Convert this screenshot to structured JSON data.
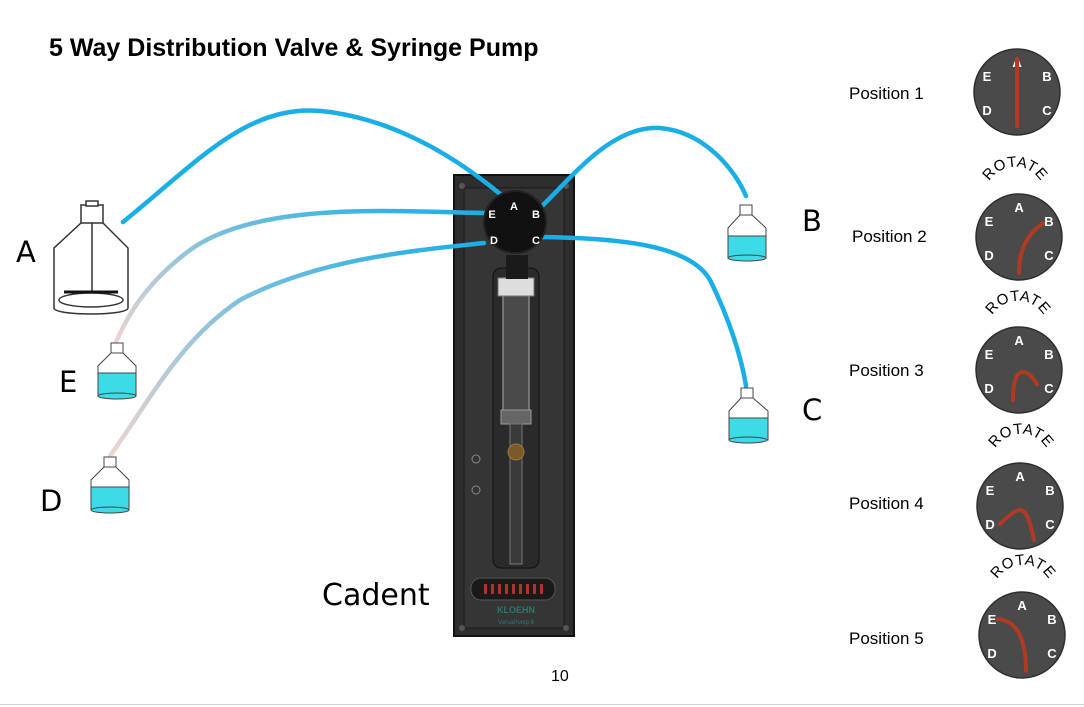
{
  "title": "5 Way Distribution Valve & Syringe Pump",
  "reservoir_labels": {
    "A": "A",
    "B": "B",
    "C": "C",
    "D": "D",
    "E": "E"
  },
  "device": {
    "caption": "Cadent",
    "brand": "KLOEHN",
    "model": "VersaPump 6"
  },
  "valve_ports": [
    "A",
    "B",
    "C",
    "D",
    "E"
  ],
  "positions": [
    {
      "label": "Position 1"
    },
    {
      "label": "Position 2"
    },
    {
      "label": "Position 3"
    },
    {
      "label": "Position 4"
    },
    {
      "label": "Position 5"
    }
  ],
  "rotate_text": "ROTATE",
  "page_number": "10",
  "colors": {
    "tube": "#1aaee6",
    "tube_fade": "#f0d4d0",
    "liquid": "#3ddbe8",
    "dial": "#4a4a4a",
    "dial_path": "#b03a22",
    "device": "#2d2d2d"
  }
}
